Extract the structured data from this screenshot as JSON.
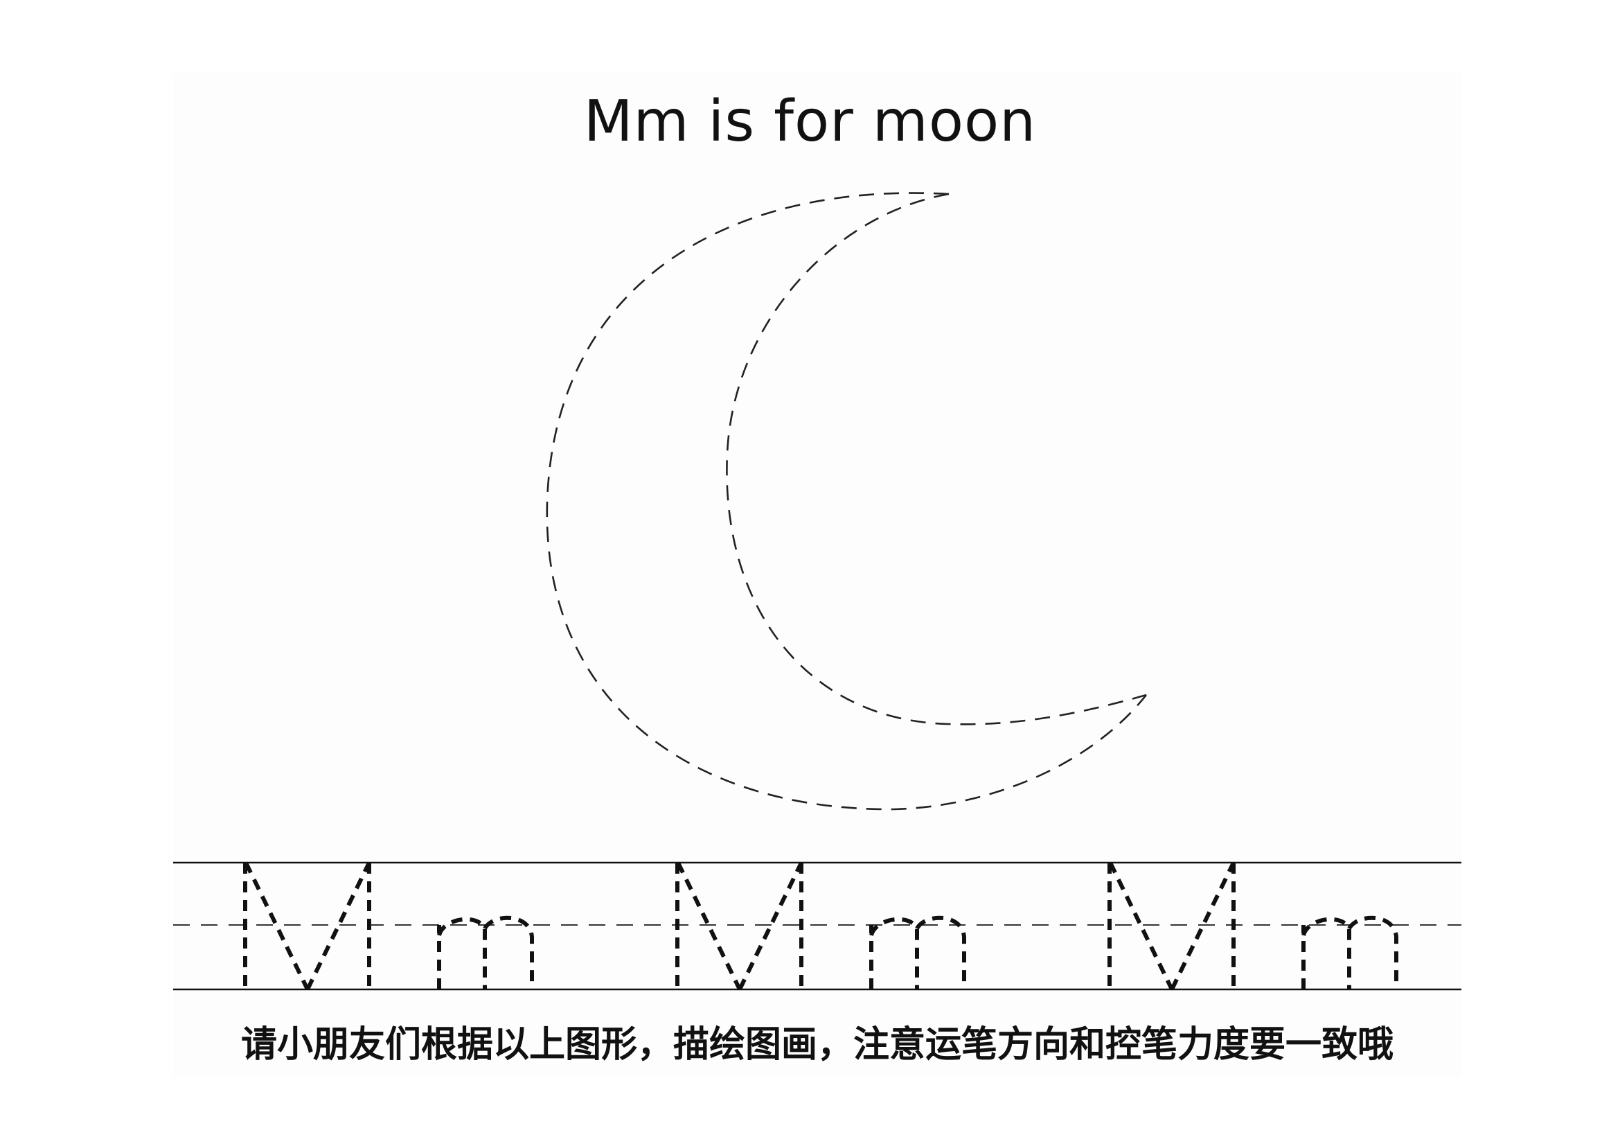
{
  "worksheet": {
    "title": "Mm is for moon",
    "instruction": "请小朋友们根据以上图形，描绘图画，注意运笔方向和控笔力度要一致哦"
  },
  "illustration": {
    "subject": "crescent-moon",
    "stroke": "dashed"
  },
  "tracing_row": {
    "groups": [
      "Mm",
      "Mm",
      "Mm"
    ]
  },
  "colors": {
    "ink": "#111111",
    "paper": "#fdfdfd"
  }
}
